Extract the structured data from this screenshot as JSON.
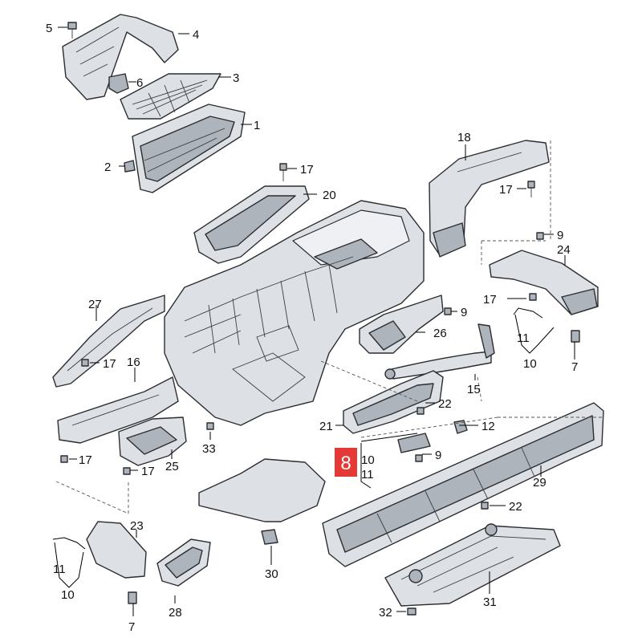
{
  "callouts": {
    "c1": "1",
    "c2": "2",
    "c3": "3",
    "c4": "4",
    "c5": "5",
    "c6": "6",
    "c7a": "7",
    "c7b": "7",
    "c9a": "9",
    "c9b": "9",
    "c9c": "9",
    "c10a": "10",
    "c10b": "10",
    "c10c": "10",
    "c11a": "11",
    "c11b": "11",
    "c11c": "11",
    "c12": "12",
    "c15": "15",
    "c16": "16",
    "c17a": "17",
    "c17b": "17",
    "c17c": "17",
    "c17d": "17",
    "c17e": "17",
    "c17f": "17",
    "c18": "18",
    "c20": "20",
    "c21": "21",
    "c22a": "22",
    "c22b": "22",
    "c23": "23",
    "c24": "24",
    "c25": "25",
    "c26": "26",
    "c27": "27",
    "c28": "28",
    "c29": "29",
    "c30": "30",
    "c31": "31",
    "c32": "32",
    "c33": "33"
  },
  "highlight": {
    "label": "8",
    "color": "#e53935"
  }
}
